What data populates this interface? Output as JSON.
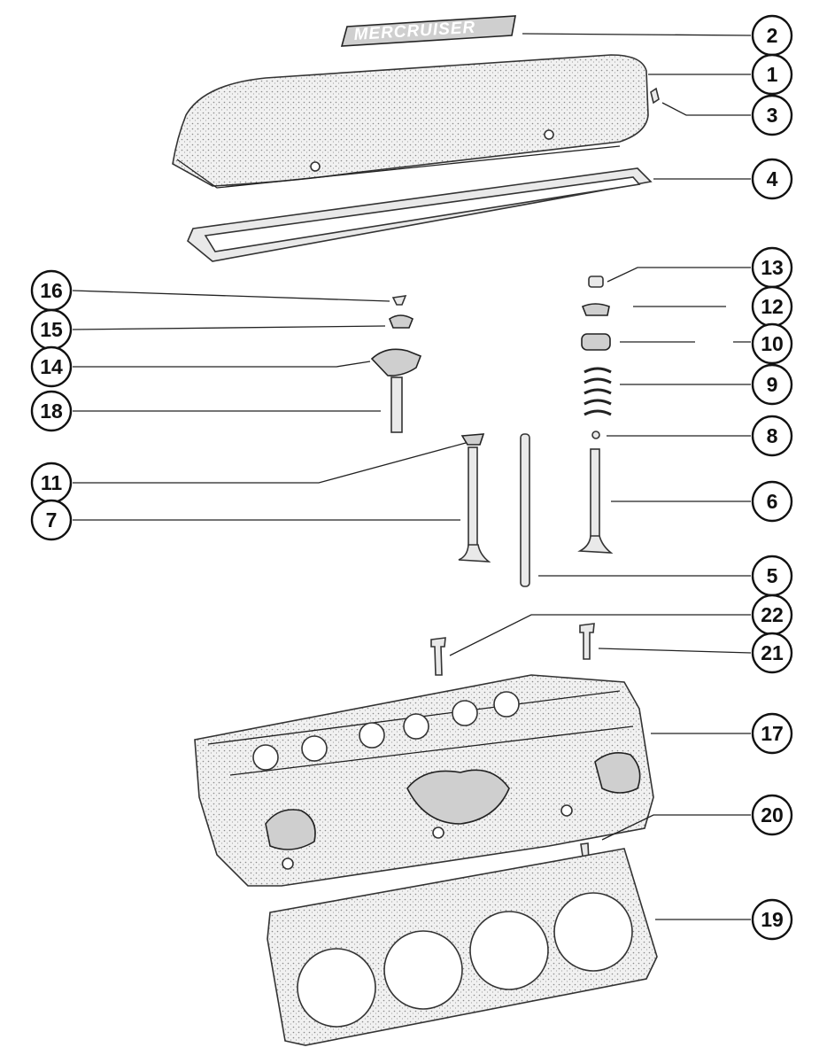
{
  "badge_text": "MERCRUISER",
  "callouts": [
    {
      "id": "c2",
      "label": "2"
    },
    {
      "id": "c1",
      "label": "1"
    },
    {
      "id": "c3",
      "label": "3"
    },
    {
      "id": "c4",
      "label": "4"
    },
    {
      "id": "c13",
      "label": "13"
    },
    {
      "id": "c12",
      "label": "12"
    },
    {
      "id": "c10",
      "label": "10"
    },
    {
      "id": "c9",
      "label": "9"
    },
    {
      "id": "c8",
      "label": "8"
    },
    {
      "id": "c6",
      "label": "6"
    },
    {
      "id": "c5",
      "label": "5"
    },
    {
      "id": "c22",
      "label": "22"
    },
    {
      "id": "c21",
      "label": "21"
    },
    {
      "id": "c17",
      "label": "17"
    },
    {
      "id": "c20",
      "label": "20"
    },
    {
      "id": "c19",
      "label": "19"
    },
    {
      "id": "c16",
      "label": "16"
    },
    {
      "id": "c15",
      "label": "15"
    },
    {
      "id": "c14",
      "label": "14"
    },
    {
      "id": "c18",
      "label": "18"
    },
    {
      "id": "c11",
      "label": "11"
    },
    {
      "id": "c7",
      "label": "7"
    }
  ]
}
